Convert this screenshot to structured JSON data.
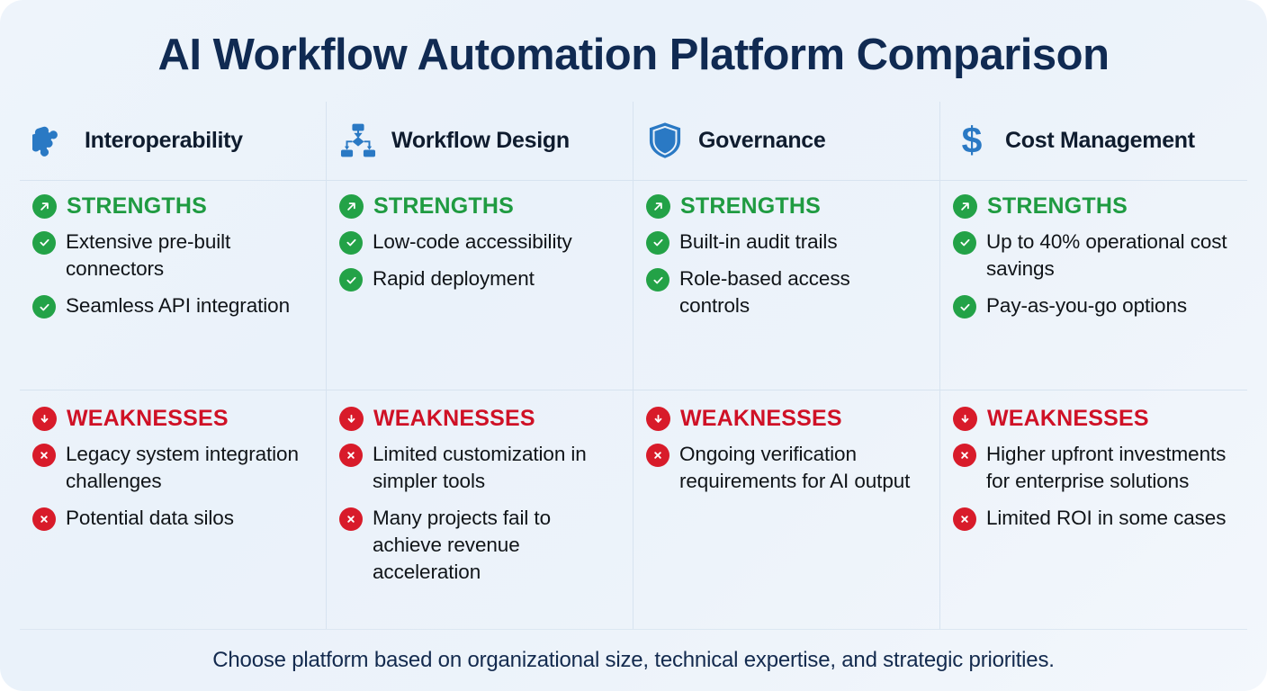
{
  "title": "AI Workflow Automation Platform Comparison",
  "colors": {
    "icon_blue": "#2a79c4",
    "strength_green": "#1f9b41",
    "badge_green": "#23a247",
    "weakness_red": "#cf1126",
    "badge_red": "#d81b2a",
    "title_navy": "#102a52",
    "divider": "#d7e3f0",
    "background_start": "#eef4fb",
    "background_end": "#f3f7fc"
  },
  "section_labels": {
    "strengths": "STRENGTHS",
    "weaknesses": "WEAKNESSES"
  },
  "icons": {
    "strengths_badge": "arrow-up-right-icon",
    "weaknesses_badge": "arrow-down-icon",
    "strength_bullet": "check-circle-icon",
    "weakness_bullet": "x-circle-icon"
  },
  "columns": [
    {
      "id": "interoperability",
      "label": "Interoperability",
      "icon": "puzzle-piece-icon",
      "strengths": [
        "Extensive pre-built connectors",
        "Seamless API integration"
      ],
      "weaknesses": [
        "Legacy system integration challenges",
        "Potential data silos"
      ]
    },
    {
      "id": "workflow-design",
      "label": "Workflow Design",
      "icon": "flowchart-icon",
      "strengths": [
        "Low-code accessibility",
        "Rapid deployment"
      ],
      "weaknesses": [
        "Limited customization in simpler tools",
        "Many projects fail to achieve revenue acceleration"
      ]
    },
    {
      "id": "governance",
      "label": "Governance",
      "icon": "shield-icon",
      "strengths": [
        "Built-in audit trails",
        "Role-based access controls"
      ],
      "weaknesses": [
        "Ongoing verification requirements for AI output"
      ]
    },
    {
      "id": "cost-management",
      "label": "Cost Management",
      "icon": "dollar-sign-icon",
      "strengths": [
        "Up to 40% operational cost savings",
        "Pay-as-you-go options"
      ],
      "weaknesses": [
        "Higher upfront investments for enterprise solutions",
        "Limited ROI in some cases"
      ]
    }
  ],
  "footer": "Choose platform based on organizational size, technical expertise, and strategic priorities."
}
